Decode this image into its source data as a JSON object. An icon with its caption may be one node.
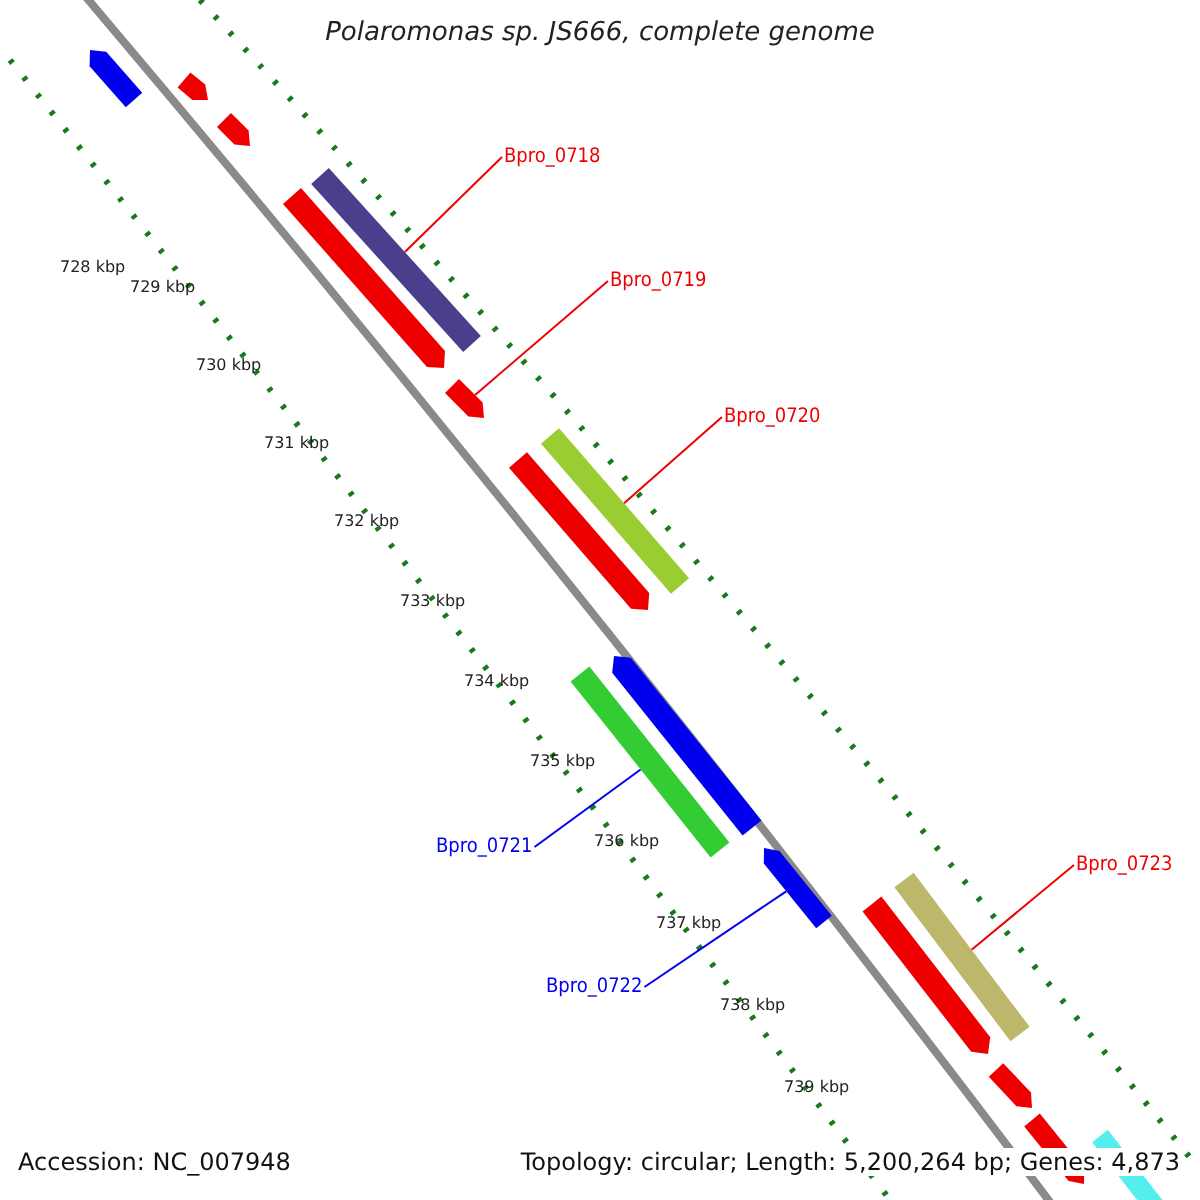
{
  "diagram": {
    "title": "Polaromonas sp. JS666, complete genome",
    "nodes": [
      {
        "text": [
          "Bpro_0718"
        ]
      },
      {
        "text": [],
        "shape": "bar"
      },
      {
        "text": [
          "Bpro_0719"
        ]
      },
      {
        "text": [],
        "shape": "bar"
      },
      {
        "text": [
          "Bpro_0720"
        ]
      },
      {
        "text": [],
        "shape": "bar"
      },
      {
        "text": [
          "Bpro_0721"
        ]
      },
      {
        "text": [],
        "shape": "bar"
      },
      {
        "text": [
          "Bpro_0722"
        ]
      },
      {
        "text": [],
        "shape": "bar"
      },
      {
        "text": [
          "Bpro_0723"
        ]
      },
      {
        "text": [],
        "shape": "bar"
      }
    ],
    "edges": [
      {
        "from": 0,
        "to": 1,
        "arrow": "none"
      },
      {
        "from": 2,
        "to": 3,
        "arrow": "none"
      },
      {
        "from": 4,
        "to": 5,
        "arrow": "none"
      },
      {
        "from": 6,
        "to": 7,
        "arrow": "none",
        "color": "#0000ee"
      },
      {
        "from": 8,
        "to": 9,
        "arrow": "none",
        "color": "#0000ee"
      },
      {
        "from": 10,
        "to": 11,
        "arrow": "none"
      }
    ],
    "labels": [
      "728 kbp",
      "729 kbp",
      "730 kbp",
      "731 kbp",
      "732 kbp",
      "733 kbp",
      "734 kbp",
      "735 kbp",
      "736 kbp",
      "737 kbp",
      "738 kbp",
      "739 kbp",
      "Accession: NC_007948",
      "Topology: circular; Length: 5,200,264 bp; Genes: 4,873"
    ]
  }
}
